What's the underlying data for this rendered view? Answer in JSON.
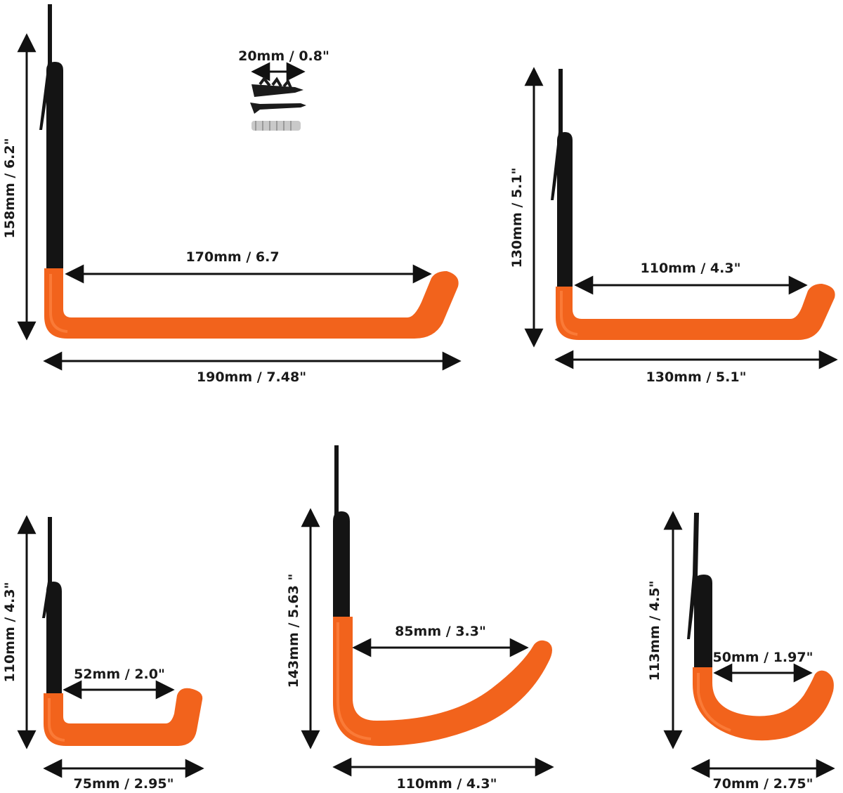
{
  "colors": {
    "hook_coating": "#f2631c",
    "hook_highlight": "#ff8a4a",
    "metal": "#141414",
    "dimension_line": "#111111"
  },
  "hooks": [
    {
      "id": "hook-1",
      "height_label": "158mm / 6.2\"",
      "inner_label": "170mm / 6.7",
      "width_label": "190mm / 7.48\""
    },
    {
      "id": "hook-2",
      "height_label": "130mm / 5.1\"",
      "inner_label": "110mm / 4.3\"",
      "width_label": "130mm / 5.1\""
    },
    {
      "id": "hook-3",
      "height_label": "110mm / 4.3\"",
      "inner_label": "52mm / 2.0\"",
      "width_label": "75mm / 2.95\""
    },
    {
      "id": "hook-4",
      "height_label": "143mm / 5.63 \"",
      "inner_label": "85mm / 3.3\"",
      "width_label": "110mm / 4.3\""
    },
    {
      "id": "hook-5",
      "height_label": "113mm / 4.5\"",
      "inner_label": "50mm / 1.97\"",
      "width_label": "70mm / 2.75\""
    }
  ],
  "screws": {
    "label": "20mm / 0.8\""
  }
}
